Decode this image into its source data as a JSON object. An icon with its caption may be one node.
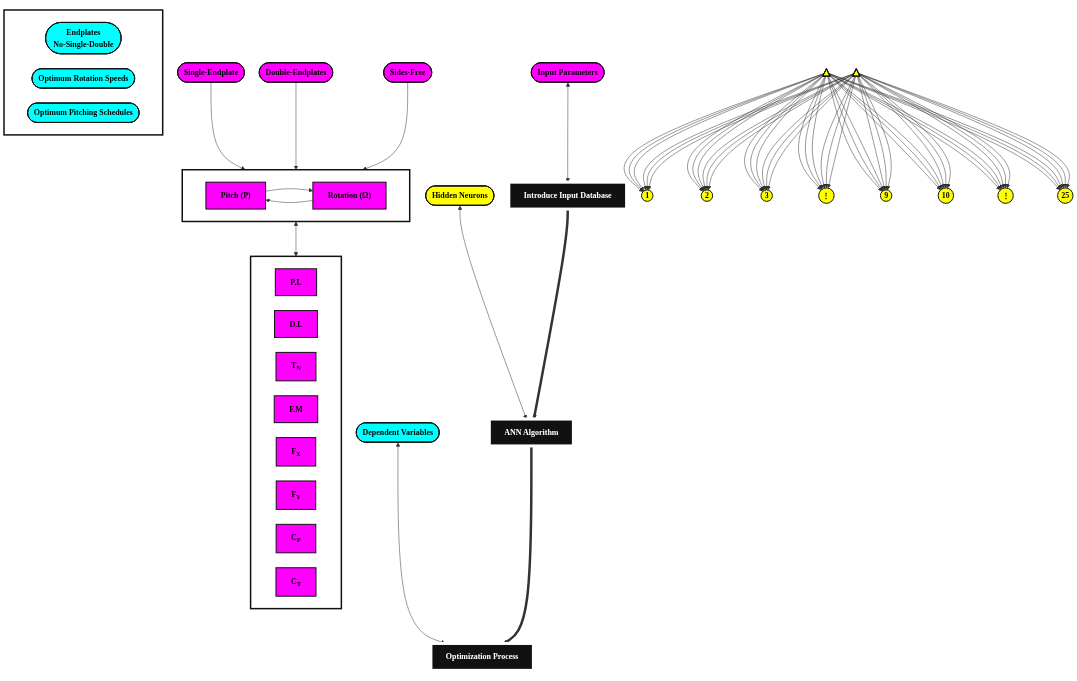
{
  "diagram": {
    "nodes": [
      {
        "text": [
          "Input Parameters"
        ]
      },
      {
        "text": [
          "Hidden Neurons"
        ]
      },
      {
        "text": [
          "Dependent Variables"
        ]
      },
      {
        "text": [
          "Introduce Input Database"
        ]
      },
      {
        "text": [
          "ANN Algorithm"
        ]
      },
      {
        "text": [
          "Optimization Process"
        ]
      },
      {
        "text": [
          "Single-Endplate"
        ]
      },
      {
        "text": [
          "Double-Endplates"
        ]
      },
      {
        "text": [
          "Sides-Free"
        ]
      },
      {
        "text": [],
        "shape": "bracket"
      },
      {
        "text": [
          "Pitch (P)"
        ],
        "in": 9
      },
      {
        "text": [
          "Rotation (Ω)"
        ],
        "in": 9
      },
      {
        "text": [],
        "shape": "bracket"
      },
      {
        "text": [
          "P.L"
        ],
        "in": 12
      },
      {
        "text": [
          "D.L"
        ],
        "in": 12
      },
      {
        "text": [
          "T$_{N}$"
        ],
        "in": 12
      },
      {
        "text": [
          "F.M"
        ],
        "in": 12
      },
      {
        "text": [
          "F$_{X}$"
        ],
        "in": 12
      },
      {
        "text": [
          "F$_{Y}$"
        ],
        "in": 12
      },
      {
        "text": [
          "C$_{P}$"
        ],
        "in": 12
      },
      {
        "text": [
          "C$_{T}$"
        ],
        "in": 12
      },
      {
        "text": [],
        "shape": "triangle"
      },
      {
        "text": [
          "1"
        ]
      },
      {
        "text": [
          "2"
        ]
      },
      {
        "text": [
          "3"
        ]
      },
      {
        "text": [
          "⋮"
        ]
      },
      {
        "text": [
          "9"
        ]
      },
      {
        "text": [
          "10"
        ]
      },
      {
        "text": [
          "⋮"
        ]
      },
      {
        "text": [
          "25"
        ]
      },
      {
        "text": [],
        "shape": "triangle"
      },
      {
        "text": [],
        "shape": "bracket"
      },
      {
        "text": [
          "Endplates",
          "No-Single-Double"
        ],
        "in": 31
      },
      {
        "text": [
          "Optimum Rotation Speeds"
        ],
        "in": 31
      },
      {
        "text": [
          "Optimum Pitching Schedules"
        ],
        "in": 31
      }
    ],
    "edges": [
      {
        "from": 0,
        "to": 3,
        "arrow": "both"
      },
      {
        "from": 1,
        "to": 4,
        "arrow": "both"
      },
      {
        "from": 2,
        "to": 5,
        "arrow": "both"
      },
      {
        "from": 3,
        "to": 4,
        "arrow": "to",
        "style": "thick"
      },
      {
        "from": 4,
        "to": 5,
        "arrow": "to",
        "style": "thick"
      },
      {
        "from": 6,
        "to": 9,
        "arrow": "to"
      },
      {
        "from": 7,
        "to": 9,
        "arrow": "to"
      },
      {
        "from": 8,
        "to": 9,
        "arrow": "to"
      },
      {
        "from": 10,
        "to": 11,
        "arrow": "to"
      },
      {
        "from": 11,
        "to": 10,
        "arrow": "to"
      },
      {
        "from": 9,
        "to": 12,
        "arrow": "both"
      },
      {
        "from": 21,
        "to": 22,
        "arrow": "to"
      },
      {
        "from": 21,
        "to": 22,
        "arrow": "to"
      },
      {
        "from": 21,
        "to": 22,
        "arrow": "to"
      },
      {
        "from": 21,
        "to": 23,
        "arrow": "to"
      },
      {
        "from": 21,
        "to": 23,
        "arrow": "to"
      },
      {
        "from": 21,
        "to": 23,
        "arrow": "to"
      },
      {
        "from": 21,
        "to": 24,
        "arrow": "to"
      },
      {
        "from": 21,
        "to": 24,
        "arrow": "to"
      },
      {
        "from": 21,
        "to": 24,
        "arrow": "to"
      },
      {
        "from": 21,
        "to": 25,
        "arrow": "to"
      },
      {
        "from": 21,
        "to": 25,
        "arrow": "to"
      },
      {
        "from": 21,
        "to": 25,
        "arrow": "to"
      },
      {
        "from": 21,
        "to": 26,
        "arrow": "to"
      },
      {
        "from": 21,
        "to": 26,
        "arrow": "to"
      },
      {
        "from": 21,
        "to": 26,
        "arrow": "to"
      },
      {
        "from": 21,
        "to": 27,
        "arrow": "to"
      },
      {
        "from": 21,
        "to": 27,
        "arrow": "to"
      },
      {
        "from": 21,
        "to": 27,
        "arrow": "to"
      },
      {
        "from": 21,
        "to": 28,
        "arrow": "to"
      },
      {
        "from": 21,
        "to": 28,
        "arrow": "to"
      },
      {
        "from": 21,
        "to": 28,
        "arrow": "to"
      },
      {
        "from": 21,
        "to": 29,
        "arrow": "to"
      },
      {
        "from": 21,
        "to": 29,
        "arrow": "to"
      },
      {
        "from": 21,
        "to": 29,
        "arrow": "to"
      },
      {
        "from": 30,
        "to": 22,
        "arrow": "to"
      },
      {
        "from": 30,
        "to": 22,
        "arrow": "to"
      },
      {
        "from": 30,
        "to": 22,
        "arrow": "to"
      },
      {
        "from": 30,
        "to": 23,
        "arrow": "to"
      },
      {
        "from": 30,
        "to": 23,
        "arrow": "to"
      },
      {
        "from": 30,
        "to": 23,
        "arrow": "to"
      },
      {
        "from": 30,
        "to": 24,
        "arrow": "to"
      },
      {
        "from": 30,
        "to": 24,
        "arrow": "to"
      },
      {
        "from": 30,
        "to": 24,
        "arrow": "to"
      },
      {
        "from": 30,
        "to": 25,
        "arrow": "to"
      },
      {
        "from": 30,
        "to": 25,
        "arrow": "to"
      },
      {
        "from": 30,
        "to": 25,
        "arrow": "to"
      },
      {
        "from": 30,
        "to": 26,
        "arrow": "to"
      },
      {
        "from": 30,
        "to": 26,
        "arrow": "to"
      },
      {
        "from": 30,
        "to": 26,
        "arrow": "to"
      },
      {
        "from": 30,
        "to": 27,
        "arrow": "to"
      },
      {
        "from": 30,
        "to": 27,
        "arrow": "to"
      },
      {
        "from": 30,
        "to": 27,
        "arrow": "to"
      },
      {
        "from": 30,
        "to": 28,
        "arrow": "to"
      },
      {
        "from": 30,
        "to": 28,
        "arrow": "to"
      },
      {
        "from": 30,
        "to": 28,
        "arrow": "to"
      },
      {
        "from": 30,
        "to": 29,
        "arrow": "to"
      },
      {
        "from": 30,
        "to": 29,
        "arrow": "to"
      },
      {
        "from": 30,
        "to": 29,
        "arrow": "to"
      }
    ]
  }
}
